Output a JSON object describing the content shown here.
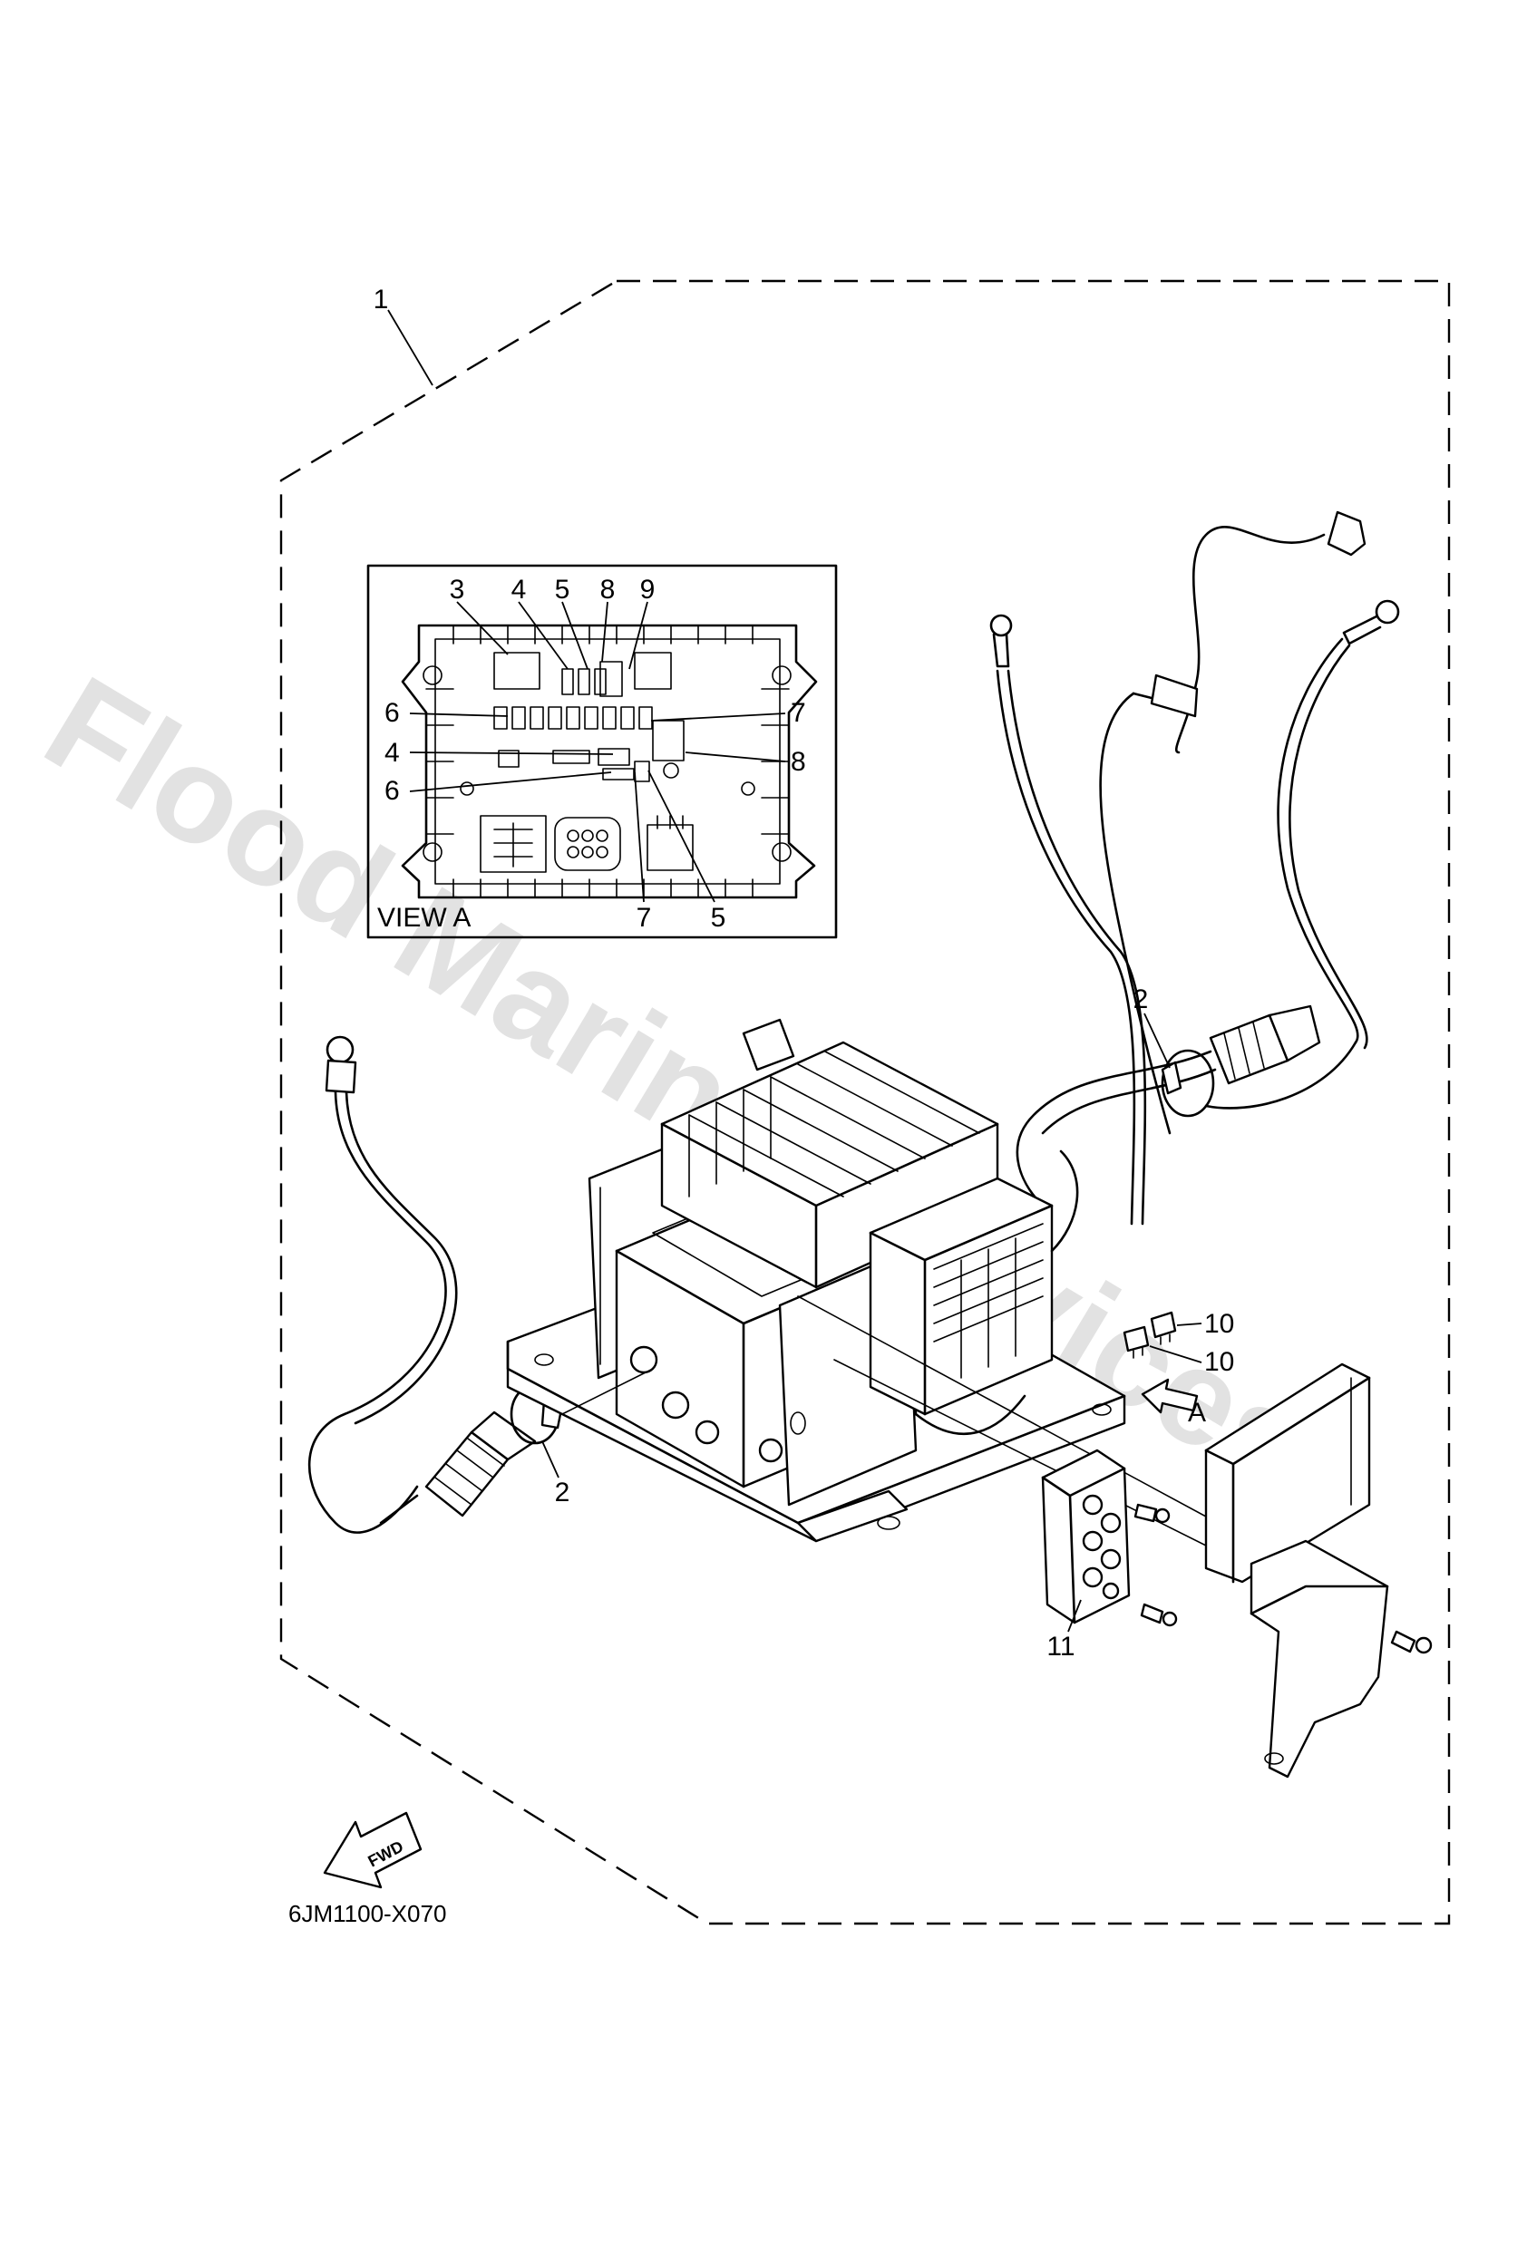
{
  "watermark": "Flood Marine Services",
  "diagram_code": "6JM1100-X070",
  "view_title": "VIEW A",
  "fwd_label": "FWD",
  "view_arrow_label": "A",
  "callouts": {
    "c1": "1",
    "c2a": "2",
    "c2b": "2",
    "c10a": "10",
    "c10b": "10",
    "c11": "11"
  },
  "view_a_callouts": {
    "top3": "3",
    "top4": "4",
    "top5": "5",
    "top8": "8",
    "top9": "9",
    "left6a": "6",
    "left4": "4",
    "left6b": "6",
    "right7": "7",
    "right8": "8",
    "bottom7": "7",
    "bottom5": "5"
  }
}
